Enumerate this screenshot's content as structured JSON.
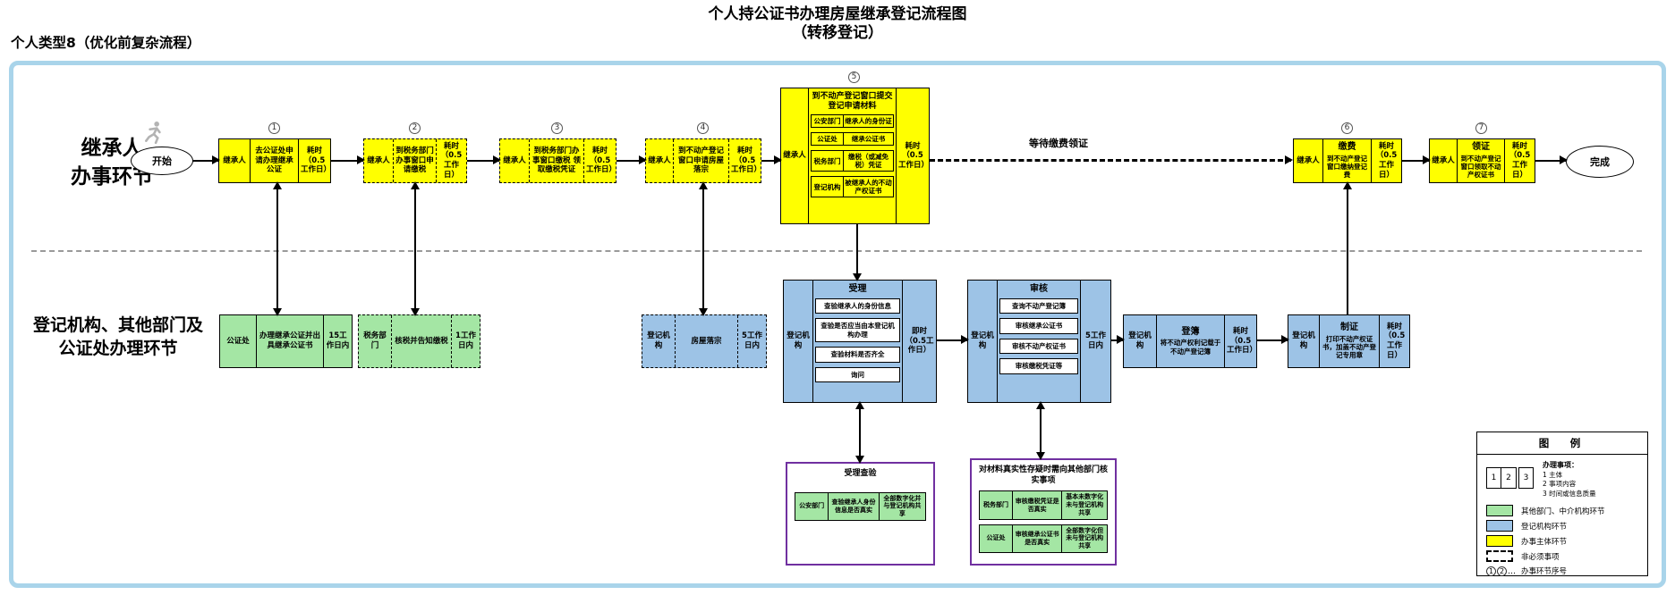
{
  "page": {
    "title_line1": "个人持公证书办理房屋继承登记流程图",
    "title_line2": "（转移登记）",
    "subtitle": "个人类型8（优化前复杂流程）"
  },
  "lanes": {
    "top_line1": "继承人",
    "top_line2": "办事环节",
    "bottom_line1": "登记机构、其他部门及",
    "bottom_line2": "公证处办理环节"
  },
  "terminals": {
    "start": "开始",
    "end": "完成"
  },
  "flow_labels": {
    "wait": "等待缴费领证"
  },
  "steps": {
    "s1": {
      "num": "1",
      "actor": "继承人",
      "action": "去公证处申请办理继承公证",
      "time": "耗时（0.5工作日）"
    },
    "s2": {
      "num": "2",
      "actor": "继承人",
      "action": "到税务部门办事窗口申请缴税",
      "time": "耗时（0.5工作日）"
    },
    "s3": {
      "num": "3",
      "actor": "继承人",
      "action": "到税务部门办事窗口缴税 领取缴税凭证",
      "time": "耗时（0.5工作日）"
    },
    "s4": {
      "num": "4",
      "actor": "继承人",
      "action": "到不动产登记窗口申请房屋落宗",
      "time": "耗时（0.5工作日）"
    },
    "s5": {
      "num": "5",
      "actor": "继承人",
      "title": "到不动产登记窗口提交登记申请材料",
      "time": "耗时（0.5工作日）",
      "materials": [
        {
          "org": "公安部门",
          "doc": "继承人的身份证"
        },
        {
          "org": "公证处",
          "doc": "继承公证书"
        },
        {
          "org": "税务部门",
          "doc": "缴税（或减免税）凭证"
        },
        {
          "org": "登记机构",
          "doc": "被继承人的不动产权证书"
        }
      ]
    },
    "s6": {
      "num": "6",
      "actor": "继承人",
      "title": "缴费",
      "action": "到不动产登记窗口缴纳登记费",
      "time": "耗时（0.5工作日）"
    },
    "s7": {
      "num": "7",
      "actor": "继承人",
      "title": "领证",
      "action": "到不动产登记窗口领取不动产权证书",
      "time": "耗时（0.5工作日）"
    }
  },
  "agency": {
    "notary": {
      "actor": "公证处",
      "action": "办理继承公证并出具继承公证书",
      "time": "15工作日内"
    },
    "tax": {
      "actor": "税务部门",
      "action": "核税并告知缴税",
      "time": "1工作日内"
    },
    "luozong": {
      "actor": "登记机构",
      "action": "房屋落宗",
      "time": "5工作日内"
    },
    "shouli": {
      "actor": "登记机构",
      "title": "受理",
      "time": "即时（0.5工作日）",
      "items": [
        "查验继承人的身份信息",
        "查验是否应当由本登记机构办理",
        "查验材料是否齐全",
        "询问"
      ]
    },
    "shenhe": {
      "actor": "登记机构",
      "title": "审核",
      "time": "5工作日内",
      "items": [
        "查询不动产登记簿",
        "审核继承公证书",
        "审核不动产权证书",
        "审核缴税凭证等"
      ]
    },
    "dengbu": {
      "actor": "登记机构",
      "title": "登簿",
      "action": "将不动产权利记载于不动产登记簿",
      "time": "耗时（0.5工作日）"
    },
    "zhizheng": {
      "actor": "登记机构",
      "title": "制证",
      "action": "打印不动产权证书，加盖不动产登记专用章",
      "time": "耗时（0.5工作日）"
    }
  },
  "verify": {
    "accept_check": {
      "title": "受理查验",
      "rows": [
        {
          "org": "公安部门",
          "item": "查验继承人身份信息是否真实",
          "status": "全部数字化并与登记机构共享"
        }
      ]
    },
    "doubt_check": {
      "title": "对材料真实性存疑时需向其他部门核实事项",
      "rows": [
        {
          "org": "税务部门",
          "item": "审核缴税凭证是否真实",
          "status": "基本未数字化未与登记机构共享"
        },
        {
          "org": "公证处",
          "item": "审核继承公证书是否真实",
          "status": "全部数字化但未与登记机构共享"
        }
      ]
    }
  },
  "legend": {
    "title": "图　例",
    "sample_cells": [
      "1",
      "2",
      "3"
    ],
    "note_title": "办理事项：",
    "notes": [
      "1 主体",
      "2 事项内容",
      "3 时间或信息质量"
    ],
    "items": [
      {
        "label": "其他部门、中介机构环节"
      },
      {
        "label": "登记机构环节"
      },
      {
        "label": "办事主体环节"
      },
      {
        "label": "非必须事项"
      },
      {
        "label": "办事环节序号"
      }
    ],
    "seq_digits": [
      "1",
      "2"
    ],
    "seq_ellipsis": "…"
  },
  "colors": {
    "applicant_yellow": "#FFFF00",
    "other_dept_green": "#A4E6A4",
    "registry_blue": "#9DC3E6",
    "verify_purple": "#7030A0",
    "frame_blue": "#A9D4EA"
  }
}
